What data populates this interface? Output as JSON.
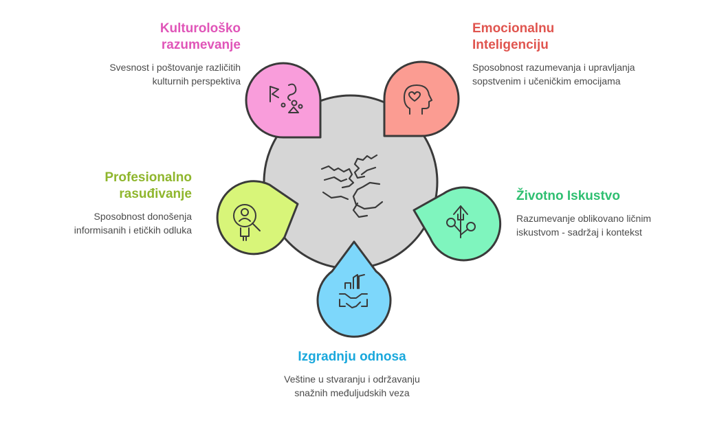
{
  "colors": {
    "center_fill": "#d6d6d6",
    "stroke": "#3a3a3a",
    "kulturolosko": "#e055b8",
    "emocionalnu": "#e0554f",
    "profesionalno": "#8fb62d",
    "zivotno": "#2fbf71",
    "izgradnju": "#1aa8dc"
  },
  "items": {
    "kulturolosko": {
      "title": "Kulturološko razumevanje",
      "title_l1": "Kulturološko",
      "title_l2": "razumevanje",
      "desc_l1": "Svesnost i poštovanje različitih",
      "desc_l2": "kulturnih perspektiva",
      "icon": "cultural-diversity-icon",
      "petal_color": "#f99ddb"
    },
    "emocionalnu": {
      "title": "Emocionalnu Inteligenciju",
      "title_l1": "Emocionalnu",
      "title_l2": "Inteligenciju",
      "desc_l1": "Sposobnost razumevanja i upravljanja",
      "desc_l2": "sopstvenim i učeničkim emocijama",
      "icon": "head-heart-icon",
      "petal_color": "#fb9c92"
    },
    "profesionalno": {
      "title": "Profesionalno rasuđivanje",
      "title_l1": "Profesionalno",
      "title_l2": "rasuđivanje",
      "desc_l1": "Sposobnost donošenja",
      "desc_l2": "informisanih i etičkih odluka",
      "icon": "person-magnifier-icon",
      "petal_color": "#d8f579"
    },
    "zivotno": {
      "title": "Životno Iskustvo",
      "desc_l1": "Razumevanje oblikovano ličnim",
      "desc_l2": "iskustvom - sadržaj i kontekst",
      "icon": "growth-plant-icon",
      "petal_color": "#7ff5be"
    },
    "izgradnju": {
      "title": "Izgradnju odnosa",
      "desc_l1": "Veštine u stvaranju i održavanju",
      "desc_l2": "snažnih međuljudskih veza",
      "icon": "handshake-buildings-icon",
      "petal_color": "#7dd7fb"
    }
  },
  "center": {
    "icon": "fist-bump-icon"
  }
}
